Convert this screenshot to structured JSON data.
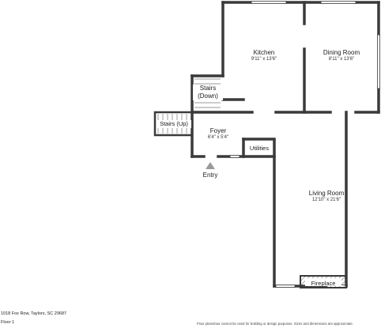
{
  "rooms": {
    "kitchen": {
      "name": "Kitchen",
      "dims": "9'11\" x 13'6\""
    },
    "dining": {
      "name": "Dining Room",
      "dims": "8'11\" x 13'6\""
    },
    "living": {
      "name": "Living Room",
      "dims": "12'10\" x 21'6\""
    },
    "foyer": {
      "name": "Foyer",
      "dims": "6'4\" x 5'4\""
    }
  },
  "stairs_down": {
    "line1": "Stairs",
    "line2": "(Down)"
  },
  "stairs_up": "Stairs (Up)",
  "utilities": "Utilities",
  "fireplace": "Fireplace",
  "entry": "Entry",
  "footer": {
    "address": "1018 Fox Row, Taylors, SC 29687",
    "floor": "Floor 1",
    "disclaimer": "Floor plans/tour cannot be used for building or design purposes. Sizes and dimensions are approximate."
  },
  "colors": {
    "wall": "#3a3a3a",
    "entry_marker": "#9a9a9a"
  }
}
